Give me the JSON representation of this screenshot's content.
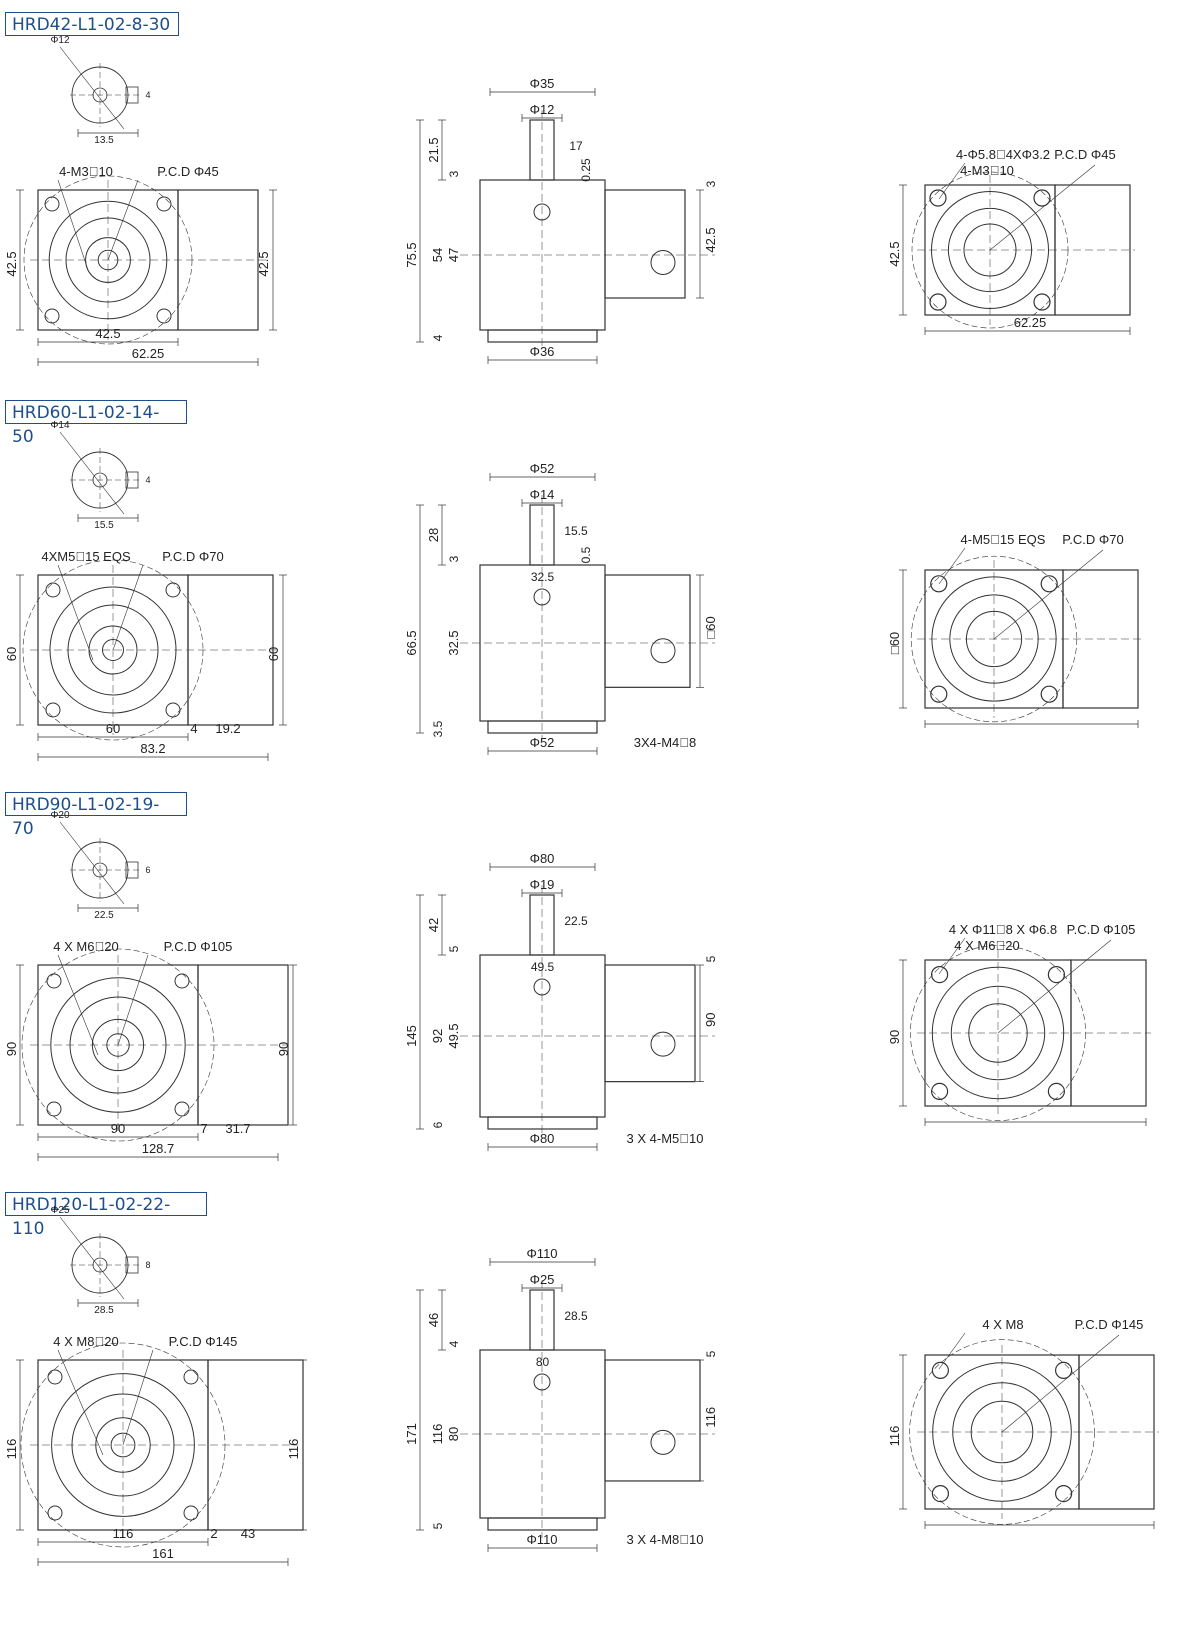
{
  "colors": {
    "tag_border": "#1e4f8c",
    "line": "#333333",
    "body_fill": "#ffffff"
  },
  "sections": [
    {
      "model": "HRD42-L1-02-8-30",
      "shaft": {
        "dia": "Φ12",
        "width": "13.5",
        "key": "4"
      },
      "front": {
        "bolt": "4-M3⃥10",
        "pcd": "P.C.D Φ45",
        "height": "42.5",
        "square": "42.5",
        "total": "62.25",
        "right_h": "42.5",
        "mid": "",
        "right": ""
      },
      "side": {
        "flange_dia": "Φ35",
        "shaft_dia": "Φ12",
        "shaft_len": "21.5",
        "key_len": "17",
        "gap": "0.25",
        "top": "3",
        "overall": "75.5",
        "body": "54",
        "inner": "47",
        "bottom": "4",
        "right_h": "42.5",
        "right_top": "3",
        "base_dia": "Φ36",
        "holes_w": "",
        "holes_h": "",
        "holes_note": ""
      },
      "back": {
        "bolt1": "4-Φ5.8⃥4XΦ3.2",
        "bolt2": "4-M3⃥10",
        "pcd": "P.C.D Φ45",
        "height": "42.5",
        "total": "62.25"
      }
    },
    {
      "model": "HRD60-L1-02-14-50",
      "shaft": {
        "dia": "Φ14",
        "width": "15.5",
        "key": "4"
      },
      "front": {
        "bolt": "4XM5⃥15 EQS",
        "pcd": "P.C.D Φ70",
        "height": "60",
        "square": "60",
        "total": "83.2",
        "right_h": "60",
        "mid": "4",
        "right": "19.2"
      },
      "side": {
        "flange_dia": "Φ52",
        "shaft_dia": "Φ14",
        "shaft_len": "28",
        "key_len": "15.5",
        "gap": "0.5",
        "top": "3",
        "overall": "66.5",
        "body": "",
        "inner": "32.5",
        "bottom": "3.5",
        "right_h": "□60",
        "right_top": "",
        "base_dia": "Φ52",
        "holes_w": "32.5",
        "holes_h": "",
        "holes_note": "3X4-M4⃥8"
      },
      "back": {
        "bolt1": "4-M5⃥15 EQS",
        "bolt2": "",
        "pcd": "P.C.D Φ70",
        "height": "□60",
        "total": ""
      }
    },
    {
      "model": "HRD90-L1-02-19-70",
      "shaft": {
        "dia": "Φ20",
        "width": "22.5",
        "key": "6"
      },
      "front": {
        "bolt": "4 X M6⃥20",
        "pcd": "P.C.D Φ105",
        "height": "90",
        "square": "90",
        "total": "128.7",
        "right_h": "90",
        "mid": "7",
        "right": "31.7"
      },
      "side": {
        "flange_dia": "Φ80",
        "shaft_dia": "Φ19",
        "shaft_len": "42",
        "key_len": "22.5",
        "gap": "",
        "top": "5",
        "overall": "145",
        "body": "92",
        "inner": "49.5",
        "bottom": "6",
        "right_h": "90",
        "right_top": "5",
        "base_dia": "Φ80",
        "holes_w": "49.5",
        "holes_h": "",
        "holes_note": "3 X 4-M5⃥10"
      },
      "back": {
        "bolt1": "4 X Φ11⃥8 X Φ6.8",
        "bolt2": "4 X M6⃥20",
        "pcd": "P.C.D Φ105",
        "height": "90",
        "total": ""
      }
    },
    {
      "model": "HRD120-L1-02-22-110",
      "shaft": {
        "dia": "Φ25",
        "width": "28.5",
        "key": "8"
      },
      "front": {
        "bolt": "4 X M8⃥20",
        "pcd": "P.C.D Φ145",
        "height": "116",
        "square": "116",
        "total": "161",
        "right_h": "116",
        "mid": "2",
        "right": "43"
      },
      "side": {
        "flange_dia": "Φ110",
        "shaft_dia": "Φ25",
        "shaft_len": "46",
        "key_len": "28.5",
        "gap": "",
        "top": "4",
        "overall": "171",
        "body": "116",
        "inner": "80",
        "bottom": "5",
        "right_h": "116",
        "right_top": "5",
        "base_dia": "Φ110",
        "holes_w": "80",
        "holes_h": "",
        "holes_note": "3 X 4-M8⃥10"
      },
      "back": {
        "bolt1": "4 X M8",
        "bolt2": "",
        "pcd": "P.C.D Φ145",
        "height": "116",
        "total": ""
      }
    }
  ]
}
